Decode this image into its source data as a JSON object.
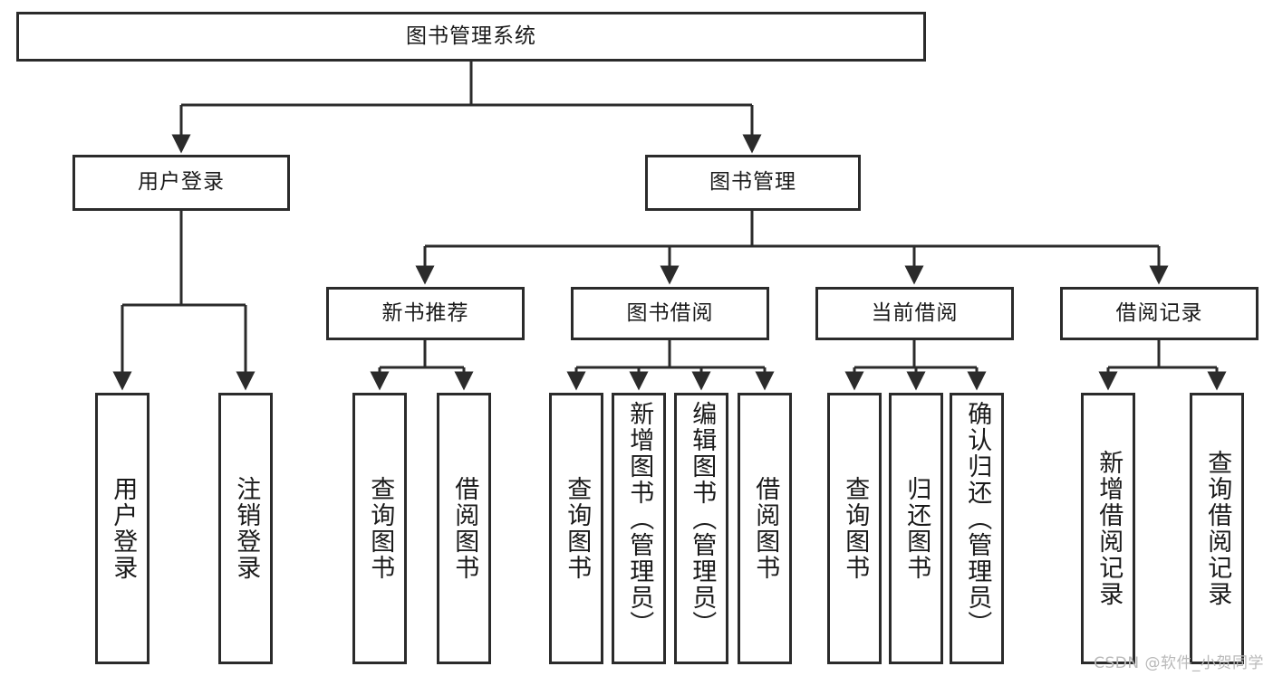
{
  "diagram": {
    "title": "图书管理系统",
    "type": "tree-hierarchy-chart",
    "watermark": "CSDN @软件_小贺同学",
    "colors": {
      "border": "#2b2b2b",
      "fill": "#ffffff",
      "text": "#1a1a1a",
      "edge": "#2b2b2b",
      "watermark": "#b9b9b9"
    },
    "root": {
      "label": "图书管理系统"
    },
    "level1": [
      {
        "id": "user-login",
        "label": "用户登录"
      },
      {
        "id": "book-manage",
        "label": "图书管理"
      }
    ],
    "level2": [
      {
        "id": "new-book-recommend",
        "label": "新书推荐"
      },
      {
        "id": "book-borrow",
        "label": "图书借阅"
      },
      {
        "id": "current-borrow",
        "label": "当前借阅"
      },
      {
        "id": "borrow-record",
        "label": "借阅记录"
      }
    ],
    "leaves": {
      "user-login": [
        {
          "id": "leaf-user-login",
          "label": "用户登录"
        },
        {
          "id": "leaf-user-logout",
          "label": "注销登录"
        }
      ],
      "new-book-recommend": [
        {
          "id": "leaf-query-book-1",
          "label": "查询图书"
        },
        {
          "id": "leaf-borrow-book-1",
          "label": "借阅图书"
        }
      ],
      "book-borrow": [
        {
          "id": "leaf-query-book-2",
          "label": "查询图书"
        },
        {
          "id": "leaf-add-book",
          "label": "新增图书（管理员）"
        },
        {
          "id": "leaf-edit-book",
          "label": "编辑图书（管理员）"
        },
        {
          "id": "leaf-borrow-book-2",
          "label": "借阅图书"
        }
      ],
      "current-borrow": [
        {
          "id": "leaf-query-book-3",
          "label": "查询图书"
        },
        {
          "id": "leaf-return-book",
          "label": "归还图书"
        },
        {
          "id": "leaf-confirm-return",
          "label": "确认归还（管理员）"
        }
      ],
      "borrow-record": [
        {
          "id": "leaf-add-record",
          "label": "新增借阅记录"
        },
        {
          "id": "leaf-query-record",
          "label": "查询借阅记录"
        }
      ]
    }
  }
}
